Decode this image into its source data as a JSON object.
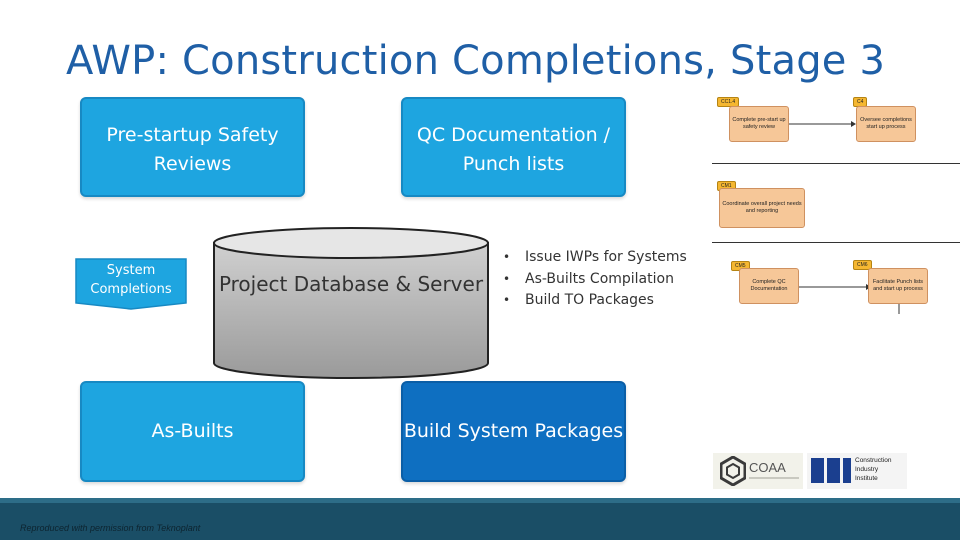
{
  "title": "AWP: Construction Completions, Stage 3",
  "boxes": {
    "pssr": "Pre-startup Safety Reviews",
    "qc": "QC Documentation / Punch lists",
    "as_builts": "As-Builts",
    "build_system_packages": "Build System Packages"
  },
  "system_completions": "System Completions",
  "database": "Project Database & Server",
  "bullets": [
    "Issue IWPs for Systems",
    "As-Builts Compilation",
    "Build TO Packages"
  ],
  "mini_chart": {
    "tags": [
      "CC1.4",
      "C4",
      "CM1",
      "CM5",
      "CM6"
    ],
    "cards": [
      "Complete pre-start up safety review",
      "Oversee completions start up process",
      "Coordinate overall project needs and reporting",
      "Complete QC Documentation",
      "Facilitate Punch lists and start up process"
    ]
  },
  "logos": {
    "coaa": "COAA",
    "cii_line1": "Construction",
    "cii_line2": "Industry",
    "cii_line3": "Institute"
  },
  "footer": "Reproduced with permission from Teknoplant",
  "colors": {
    "box": "#1ea5e0",
    "box_dark": "#0e6fc1",
    "title": "#1f5fa6",
    "footer": "#1a4e66"
  }
}
